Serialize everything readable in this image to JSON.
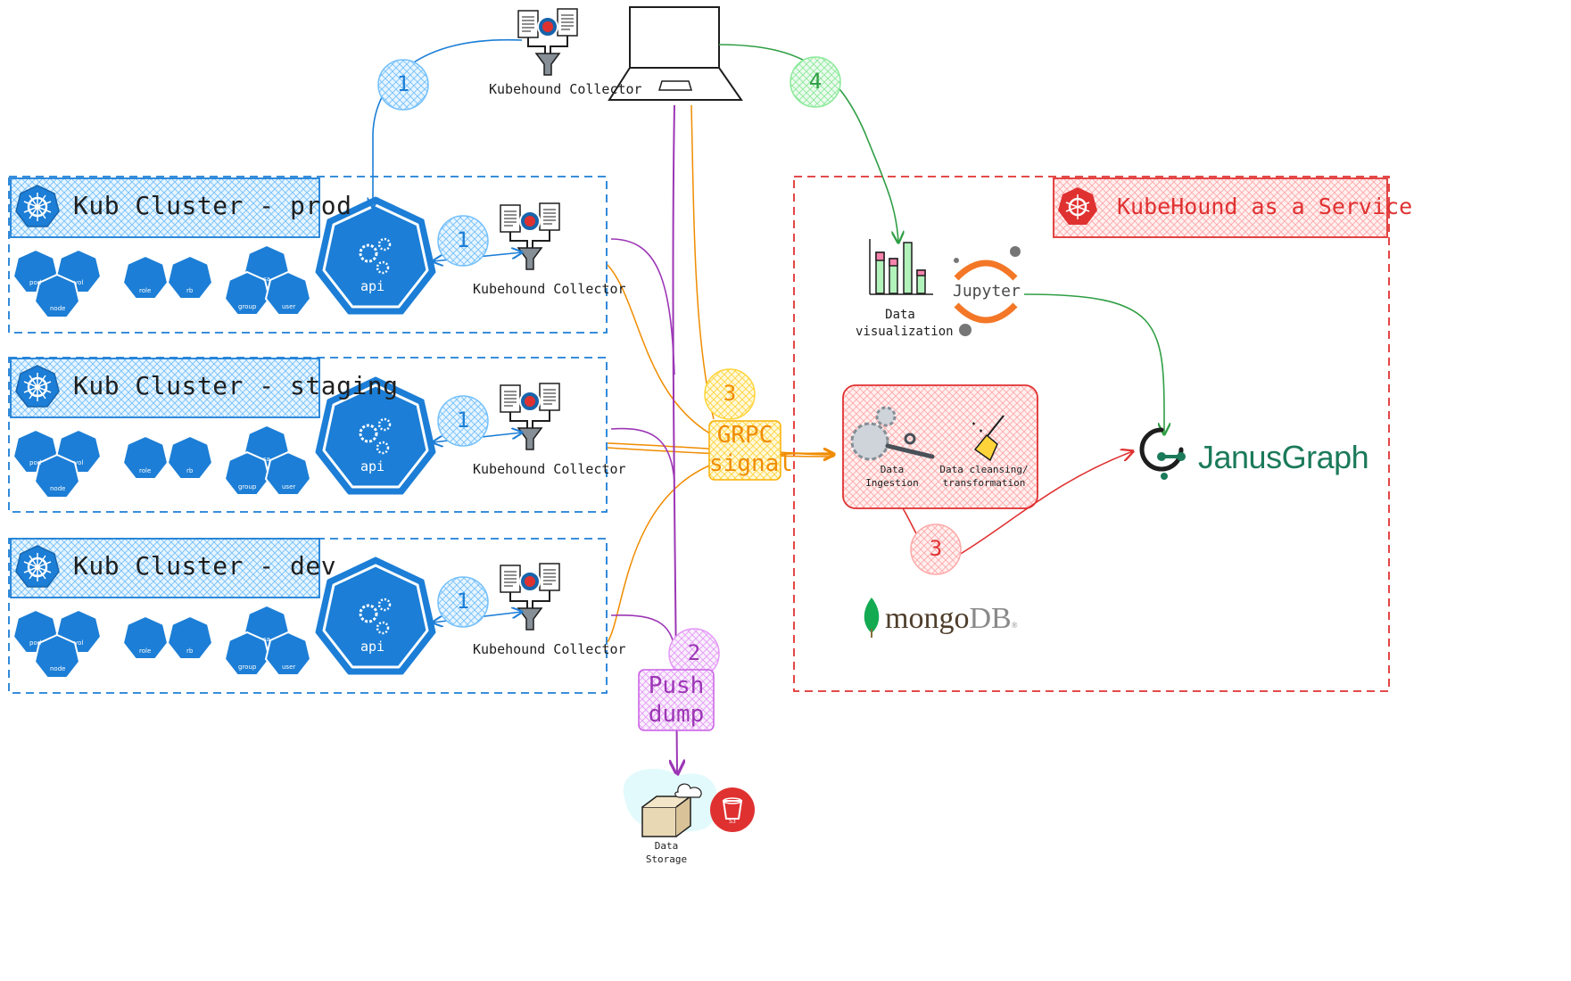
{
  "diagram": {
    "top_collector_label": "Kubehound Collector",
    "clusters": [
      {
        "title": "Kub Cluster - prod",
        "collector_label": "Kubehound Collector",
        "api_label": "api",
        "step": "1"
      },
      {
        "title": "Kub Cluster - staging",
        "collector_label": "Kubehound Collector",
        "api_label": "api",
        "step": "1"
      },
      {
        "title": "Kub Cluster - dev",
        "collector_label": "Kubehound Collector",
        "api_label": "api",
        "step": "1"
      }
    ],
    "hex_labels": {
      "pod": "pod",
      "vol": "vol",
      "node": "node",
      "role": "role",
      "rb": "rb",
      "sa": "sa",
      "group": "group",
      "user": "user"
    },
    "steps": {
      "top_collector": "1",
      "visualize": "4",
      "grpc": "3",
      "push": "2",
      "ingest_to_graph": "3"
    },
    "grpc_label": [
      "GRPC",
      "signal"
    ],
    "push_label": [
      "Push",
      "dump"
    ],
    "service": {
      "title": "KubeHound as a Service",
      "data_visualization": [
        "Data",
        "visualization"
      ],
      "jupyter": "Jupyter",
      "data_ingestion": [
        "Data",
        "Ingestion"
      ],
      "data_cleansing": [
        "Data cleansing/",
        "transformation"
      ],
      "janus": {
        "part1": "Janus",
        "part2": "Graph"
      },
      "mongo": {
        "part1": "mongo",
        "part2": "DB",
        "reg": "®"
      }
    },
    "storage": {
      "label": [
        "Data",
        "Storage"
      ],
      "s3": "S3"
    },
    "colors": {
      "k8s_blue": "#1c7ed6",
      "hatch_blue": "#a5d8ff",
      "red": "#e03131",
      "orange": "#f08c00",
      "purple": "#9c36b5",
      "green": "#2f9e44",
      "janus_green": "#1b7a5a"
    }
  }
}
